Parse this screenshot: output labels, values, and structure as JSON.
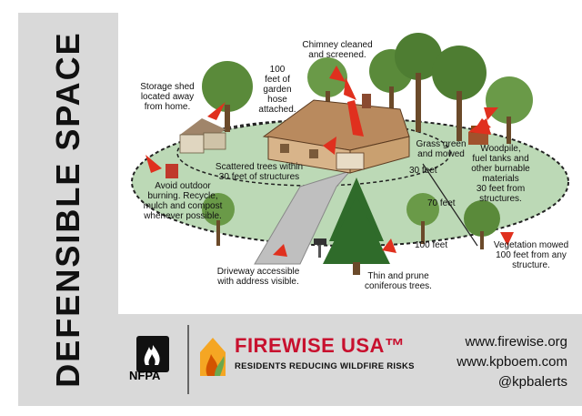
{
  "side_title": "DEFENSIBLE SPACE",
  "labels": {
    "chimney": "Chimney cleaned\nand screened.",
    "hose": "100\nfeet of\ngarden\nhose\nattached.",
    "shed": "Storage shed\nlocated away\nfrom home.",
    "scattered": "Scattered trees within\n30 feet of structures",
    "grass": "Grass green\nand mowed",
    "woodpile": "Woodpile,\nfuel tanks and\nother burnable\nmaterials\n30 feet from\nstructures.",
    "burning": "Avoid outdoor\nburning. Recycle,\nmulch and compost\nwhenever possible.",
    "vegetation": "Vegetation mowed\n100 feet from any\nstructure.",
    "driveway": "Driveway accessible\nwith address visible.",
    "thin": "Thin and prune\nconiferous trees."
  },
  "distances": {
    "d30": "30 feet",
    "d70": "70 feet",
    "d100": "100 feet"
  },
  "footer": {
    "nfpa": "NFPA",
    "firewise_title": "FIREWISE USA™",
    "firewise_subtitle": "RESIDENTS REDUCING WILDFIRE RISKS",
    "links": [
      "www.firewise.org",
      "www.kpboem.com",
      "@kpbalerts"
    ]
  },
  "colors": {
    "accent_red": "#c8102e",
    "ground_green": "#bcd9b6",
    "arrow_red": "#e0301e"
  }
}
